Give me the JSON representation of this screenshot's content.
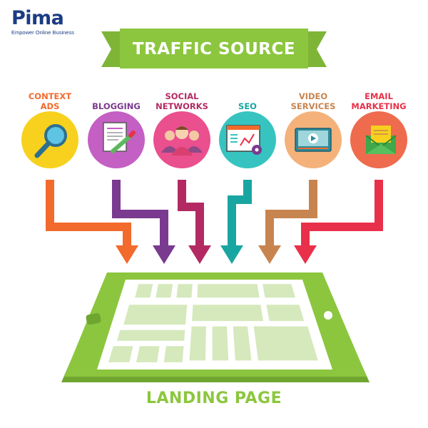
{
  "logo": {
    "name": "Pima",
    "tagline": "Empower Online Business",
    "color": "#1b3c84",
    "accent": "#e8541c"
  },
  "title": "TRAFFIC SOURCE",
  "banner_color": "#8cc63e",
  "sources": [
    {
      "label": "CONTEXT\nADS",
      "icon": "magnifier-icon",
      "circle_color": "#f7d11e",
      "arrow_color": "#f26a2c",
      "label_color": "#f26a2c"
    },
    {
      "label": "BLOGGING",
      "icon": "blog-document-icon",
      "circle_color": "#c45fc4",
      "arrow_color": "#7a3a8f",
      "label_color": "#7a3a8f"
    },
    {
      "label": "SOCIAL\nNETWORKS",
      "icon": "people-group-icon",
      "circle_color": "#ea4f8e",
      "arrow_color": "#b32a63",
      "label_color": "#b32a63"
    },
    {
      "label": "SEO",
      "icon": "seo-browser-icon",
      "circle_color": "#37c4c0",
      "arrow_color": "#19a6a2",
      "label_color": "#19a6a2"
    },
    {
      "label": "VIDEO\nSERVICES",
      "icon": "video-player-icon",
      "circle_color": "#f4b27a",
      "arrow_color": "#c8844f",
      "label_color": "#c8844f"
    },
    {
      "label": "EMAIL\nMARKETING",
      "icon": "envelope-icon",
      "circle_color": "#ef6b4e",
      "arrow_color": "#e8304a",
      "label_color": "#e8304a"
    }
  ],
  "landing": {
    "label": "LANDING PAGE",
    "device_color": "#8cc63e",
    "screen_color": "#ffffff",
    "block_color": "#d5e9bc"
  }
}
